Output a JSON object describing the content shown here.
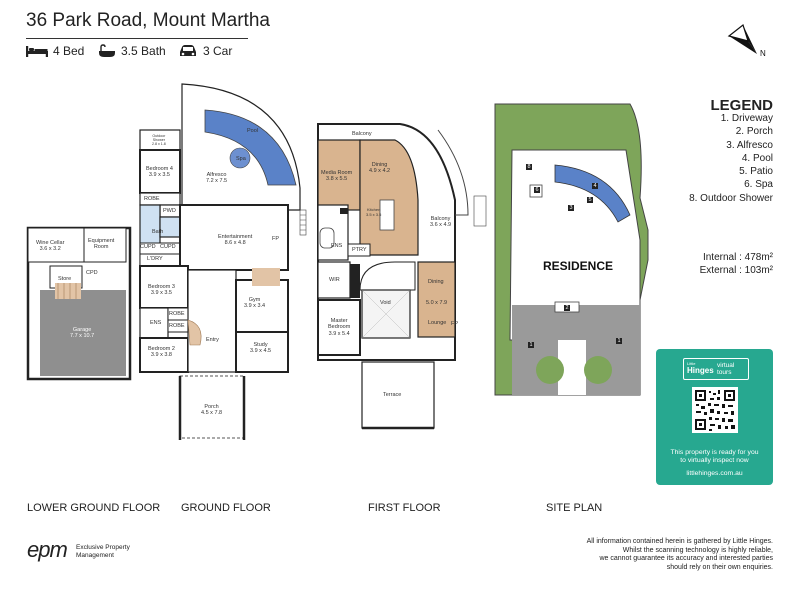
{
  "header": {
    "address": "36 Park Road, Mount Martha",
    "features": [
      {
        "icon": "bed-icon",
        "label": "4 Bed"
      },
      {
        "icon": "bath-icon",
        "label": "3.5 Bath"
      },
      {
        "icon": "car-icon",
        "label": "3 Car"
      }
    ],
    "compass_label": "N"
  },
  "legend": {
    "title": "LEGEND",
    "items": [
      "1. Driveway",
      "2. Porch",
      "3. Alfresco",
      "4. Pool",
      "5. Patio",
      "6. Spa",
      "8. Outdoor Shower"
    ]
  },
  "areas": {
    "internal": "Internal  : 478m²",
    "external": "External : 103m²"
  },
  "floors": {
    "lower_ground": "LOWER GROUND FLOOR",
    "ground": "GROUND FLOOR",
    "first": "FIRST FLOOR",
    "site": "SITE PLAN"
  },
  "rooms": {
    "wine_cellar": "Wine Cellar\n3.6 x 3.2",
    "equipment": "Equipment\nRoom",
    "store": "Store",
    "cpd": "CPD",
    "garage": "Garage\n7.7 x 10.7",
    "pool": "Pool",
    "spa": "Spa",
    "outdoor_shower": "Outdoor\nShower\n2.8 x 1.8",
    "alfresco": "Alfresco\n7.2 x 7.5",
    "bedroom4": "Bedroom 4\n3.9 x 3.5",
    "robe1": "ROBE",
    "pwd": "PWD",
    "bath": "Bath",
    "cupd1": "CUPD",
    "cupd2": "CUPD",
    "ldry": "L'DRY",
    "entertainment": "Entertainment\n8.6 x 4.8",
    "fp": "FP",
    "bedroom3": "Bedroom 3\n3.9 x 3.5",
    "gym": "Gym\n3.9 x 3.4",
    "robe2": "ROBE",
    "ens1": "ENS",
    "robe3": "ROBE",
    "bedroom2": "Bedroom 2\n3.9 x 3.8",
    "entry": "Entry",
    "study": "Study\n3.9 x 4.5",
    "porch": "Porch\n4.5 x 7.8",
    "balcony_top": "Balcony",
    "media": "Media Room\n3.8 x 5.5",
    "dining1": "Dining\n4.9 x 4.2",
    "kitchen": "Kitchen\n3.5 x 3.5",
    "balcony_side": "Balcony\n3.6 x 4.9",
    "ens2": "ENS",
    "ptry": "PTRY",
    "wir": "WIR",
    "void": "Void",
    "dining2": "Dining",
    "dl_size": "5.0 x 7.9",
    "lounge": "Lounge",
    "fp2": "FP",
    "master": "Master\nBedroom\n3.9 x 5.4",
    "terrace": "Terrace",
    "residence": "RESIDENCE",
    "site_markers": [
      "1",
      "1",
      "2",
      "3",
      "4",
      "5",
      "6",
      "8"
    ]
  },
  "virtual_tour": {
    "brand": "Hinges",
    "brand_small": "Little",
    "product": "virtual tours",
    "ready_text": "This property is ready for you to virtually inspect now",
    "url": "littlehinges.com.au"
  },
  "footer": {
    "logo": "epm",
    "company": "Exclusive Property\nManagement",
    "disclaimer": [
      "All information contained herein is gathered by Little Hinges.",
      "Whilst the scanning technology is highly reliable,",
      "we cannot guarantee its accuracy and interested parties",
      "should rely on their own enquiries."
    ]
  },
  "colors": {
    "pool": "#5a82c8",
    "timber": "#d9b48f",
    "grass": "#7ea55a",
    "teal": "#27a890",
    "paving": "#9a9a9a"
  }
}
